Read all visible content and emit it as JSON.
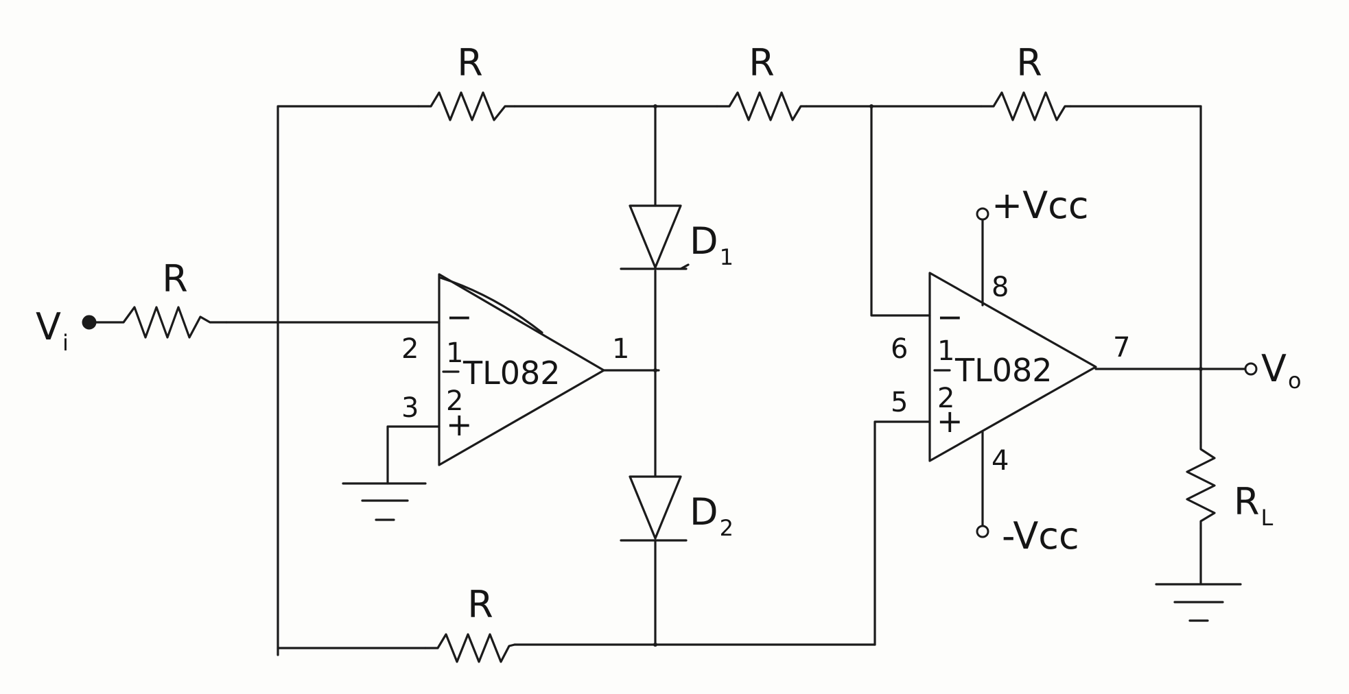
{
  "labels": {
    "resistor": "R",
    "load": "R",
    "load_sub": "L",
    "d1": "D",
    "d1_sub": "1",
    "d2": "D",
    "d2_sub": "2",
    "vin": "V",
    "vin_sub": "i",
    "vout": "V",
    "vout_sub": "o",
    "vcc_pos": "+Vcc",
    "vcc_neg": "-Vcc",
    "opamp": "TL082",
    "half_num": "1",
    "half_den": "2",
    "minus": "−",
    "plus": "+"
  },
  "opamp1_pins": {
    "inv": "2",
    "noninv": "3",
    "out": "1"
  },
  "opamp2_pins": {
    "inv": "6",
    "noninv": "5",
    "out": "7",
    "vpos": "8",
    "vneg": "4"
  }
}
